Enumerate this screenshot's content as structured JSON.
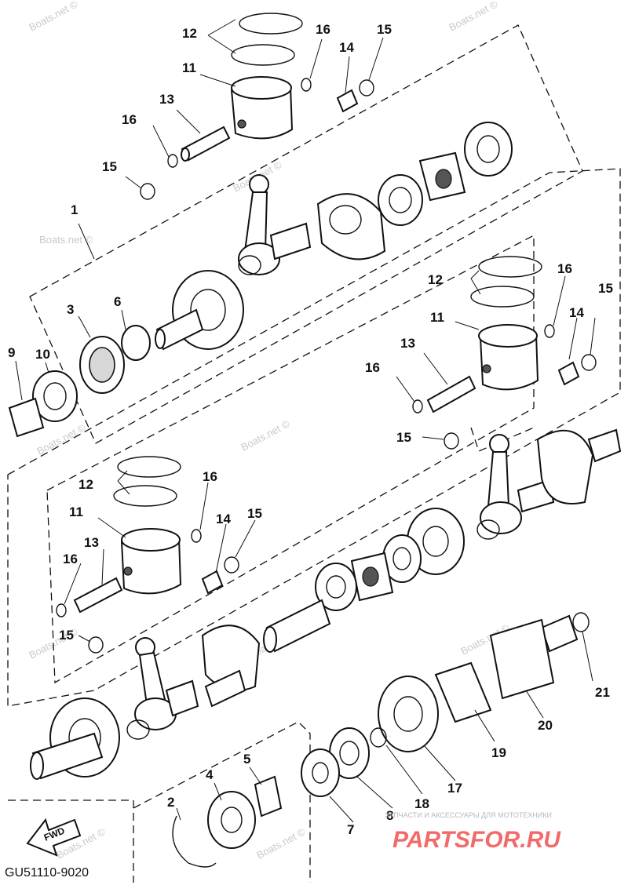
{
  "diagram": {
    "code": "GU51110-9020",
    "fwd_label": "FWD",
    "watermark": "Boats.net ©",
    "brand_subtitle": "ЗАПЧАСТИ И АКСЕССУАРЫ ДЛЯ МОТОТЕХНИКИ",
    "brand_name": "PARTSFOR.RU",
    "brand_color": "#f26a6a",
    "line_color": "#111111",
    "callouts": {
      "c1": "1",
      "c2": "2",
      "c3": "3",
      "c4": "4",
      "c5": "5",
      "c6": "6",
      "c7": "7",
      "c8": "8",
      "c9": "9",
      "c10": "10",
      "c11a": "11",
      "c12a": "12",
      "c13a": "13",
      "c14a": "14",
      "c15a": "15",
      "c15b": "15",
      "c16a": "16",
      "c16b": "16",
      "c11b": "11",
      "c12b": "12",
      "c13b": "13",
      "c14b": "14",
      "c15c": "15",
      "c15d": "15",
      "c16c": "16",
      "c16d": "16",
      "c11c": "11",
      "c12c": "12",
      "c13c": "13",
      "c14c": "14",
      "c15e": "15",
      "c15f": "15",
      "c16e": "16",
      "c16f": "16",
      "c17": "17",
      "c18": "18",
      "c19": "19",
      "c20": "20",
      "c21": "21"
    }
  }
}
